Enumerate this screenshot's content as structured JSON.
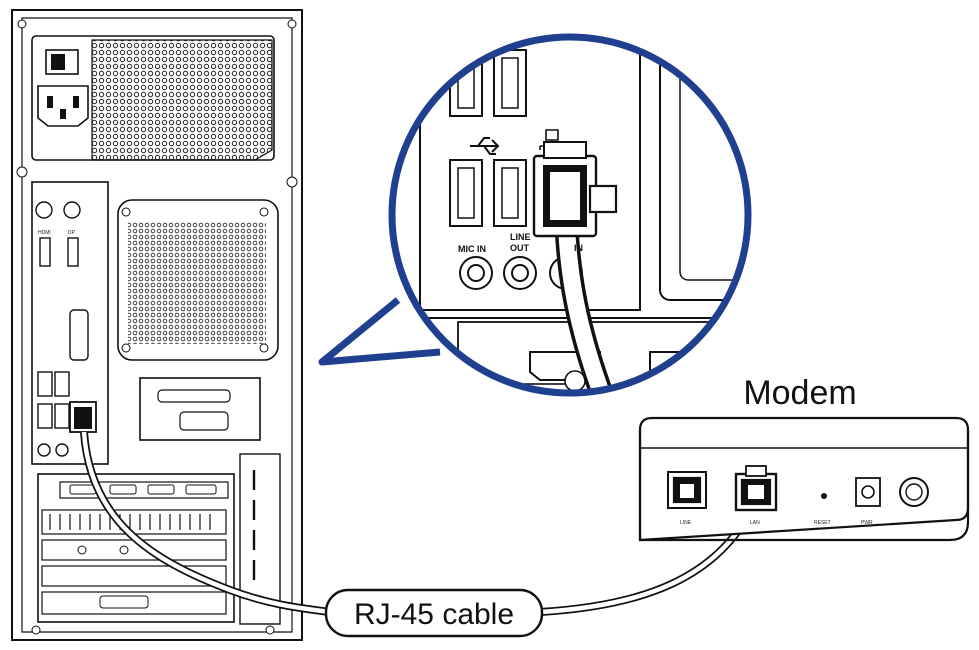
{
  "labels": {
    "modem": "Modem",
    "cable": "RJ-45 cable"
  },
  "zoom_port_labels": {
    "mic_in": "MIC IN",
    "line_out_1": "LINE",
    "line_out_2": "OUT",
    "line_in": "IN"
  },
  "modem_port_labels": {
    "line": "LINE",
    "lan": "LAN",
    "reset": "RESET",
    "pwr": "PWR"
  },
  "pc_port_labels": {
    "hdmi": "HDMI",
    "dp": "DP"
  },
  "colors": {
    "zoom_ring": "#1f3f8f",
    "line": "#111111",
    "background": "#ffffff"
  }
}
